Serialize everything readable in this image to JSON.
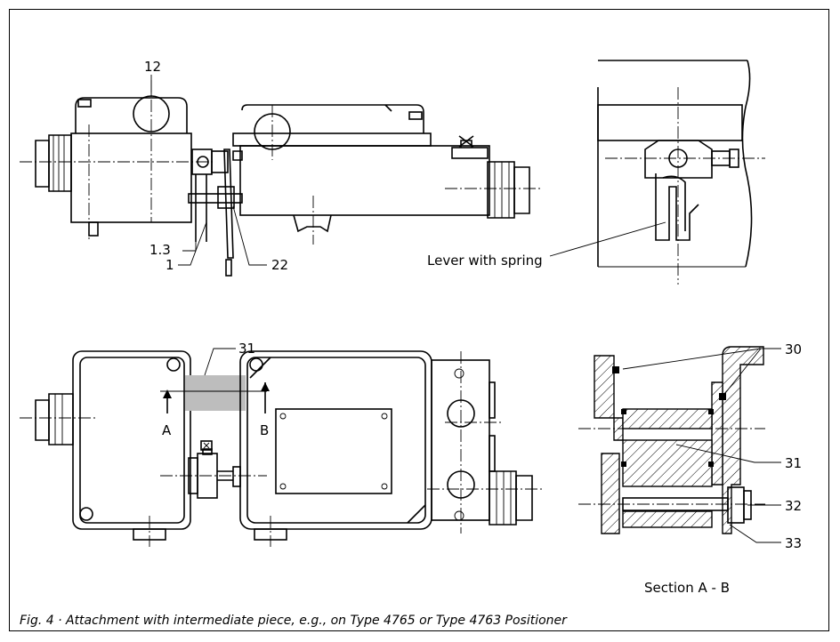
{
  "figure": {
    "caption": "Fig. 4  ·  Attachment with intermediate piece, e.g., on Type 4765 or Type 4763 Positioner"
  },
  "labels": {
    "item_12": "12",
    "item_1_3": "1.3",
    "item_1": "1",
    "item_22": "22",
    "lever_with_spring": "Lever with spring",
    "item_31_top": "31",
    "arrow_a": "A",
    "arrow_b": "B",
    "item_30": "30",
    "item_31_section": "31",
    "item_32": "32",
    "item_33": "33",
    "section_a_b": "Section A - B"
  },
  "colors": {
    "line": "#000000",
    "intermediate_piece_fill": "#bdbdbd",
    "background": "#ffffff"
  }
}
